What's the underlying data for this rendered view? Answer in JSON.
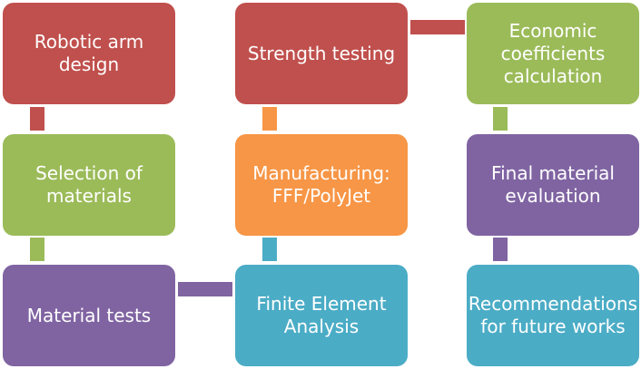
{
  "colors": {
    "red": "#c0504d",
    "green": "#9bbb59",
    "orange": "#f79646",
    "purple": "#8064a2",
    "teal": "#4bacc6"
  },
  "steps": [
    {
      "lines": [
        "Robotic arm",
        "design"
      ],
      "color": "red"
    },
    {
      "lines": [
        "Selection of",
        "materials"
      ],
      "color": "green"
    },
    {
      "lines": [
        "Material tests"
      ],
      "color": "purple"
    },
    {
      "lines": [
        "Strength testing"
      ],
      "color": "red"
    },
    {
      "lines": [
        "Manufacturing:",
        "FFF/PolyJet"
      ],
      "color": "orange"
    },
    {
      "lines": [
        "Finite Element",
        "Analysis"
      ],
      "color": "teal"
    },
    {
      "lines": [
        "Economic",
        "coefficients",
        "calculation"
      ],
      "color": "green"
    },
    {
      "lines": [
        "Final material",
        "evaluation"
      ],
      "color": "purple"
    },
    {
      "lines": [
        "Recommendations",
        "for future works"
      ],
      "color": "teal"
    }
  ],
  "connectors": [
    {
      "from": "Robotic arm design",
      "to": "Selection of materials",
      "color": "red"
    },
    {
      "from": "Selection of materials",
      "to": "Material tests",
      "color": "green"
    },
    {
      "from": "Material tests",
      "to": "Finite Element Analysis",
      "color": "purple"
    },
    {
      "from": "Finite Element Analysis",
      "to": "Manufacturing: FFF/PolyJet",
      "color": "teal"
    },
    {
      "from": "Manufacturing: FFF/PolyJet",
      "to": "Strength testing",
      "color": "orange"
    },
    {
      "from": "Strength testing",
      "to": "Economic coefficients calculation",
      "color": "red"
    },
    {
      "from": "Economic coefficients calculation",
      "to": "Final material evaluation",
      "color": "green"
    },
    {
      "from": "Final material evaluation",
      "to": "Recommendations for future works",
      "color": "purple"
    }
  ]
}
